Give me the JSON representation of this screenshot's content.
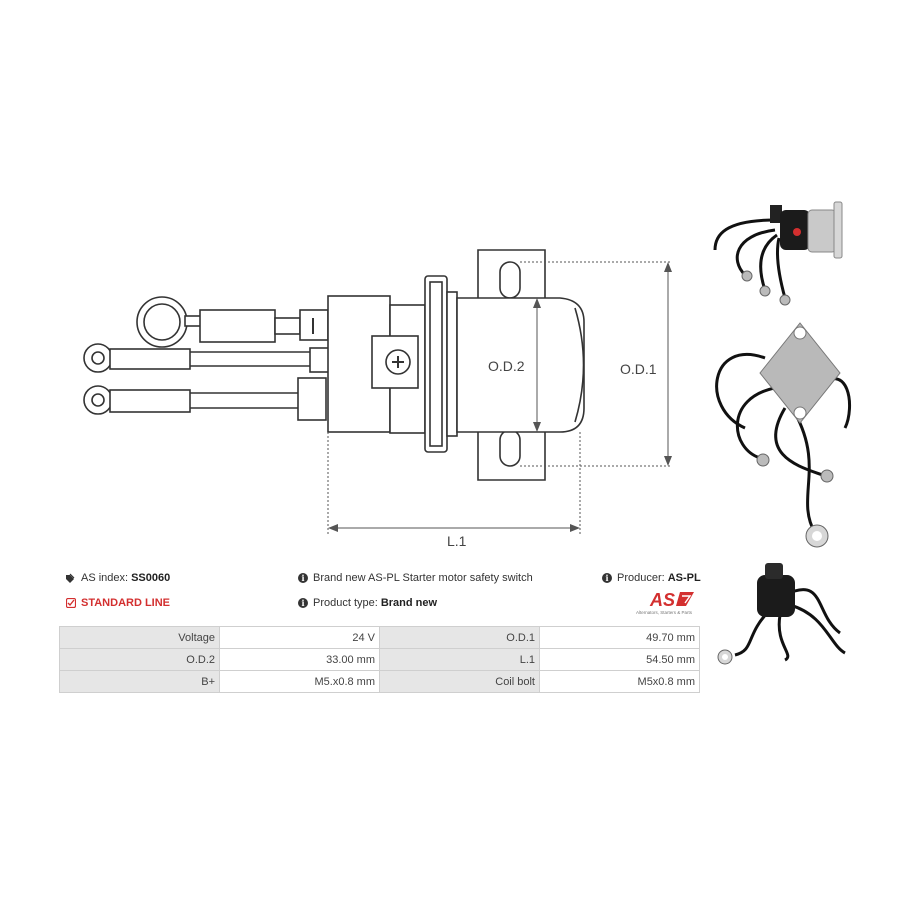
{
  "drawing": {
    "od2_label": "O.D.2",
    "od1_label": "O.D.1",
    "l1_label": "L.1"
  },
  "info": {
    "as_index_label": "AS index:",
    "as_index_value": "SS0060",
    "standard_line": "STANDARD LINE",
    "description": "Brand new AS-PL Starter motor safety switch",
    "product_type_label": "Product type:",
    "product_type_value": "Brand new",
    "producer_label": "Producer:",
    "producer_value": "AS-PL"
  },
  "brand": {
    "logo_text": "AS",
    "tagline": "Alternators, Starters & Parts",
    "accent_color": "#d32f2f"
  },
  "specs": [
    {
      "k1": "Voltage",
      "v1": "24 V",
      "k2": "O.D.1",
      "v2": "49.70 mm"
    },
    {
      "k1": "O.D.2",
      "v1": "33.00 mm",
      "k2": "L.1",
      "v2": "54.50 mm"
    },
    {
      "k1": "B+",
      "v1": "M5.x0.8 mm",
      "k2": "Coil bolt",
      "v2": "M5x0.8 mm"
    }
  ]
}
